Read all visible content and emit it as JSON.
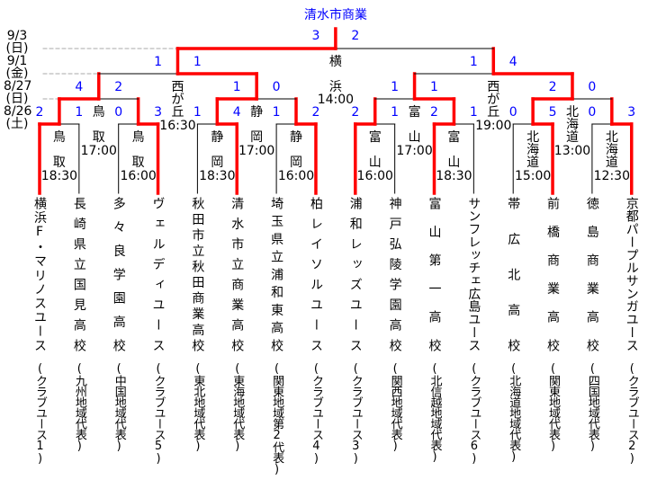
{
  "champion": "清水市商業",
  "dates": [
    {
      "date": "9/3",
      "day": "(日)"
    },
    {
      "date": "9/1",
      "day": "(金)"
    },
    {
      "date": "8/27",
      "day": "(日)"
    },
    {
      "date": "8/26",
      "day": "(土)"
    }
  ],
  "teams": [
    {
      "name": "横浜F・マリノスユース",
      "affiliation": "(クラブユース1)"
    },
    {
      "name": "長崎県立国見高校",
      "affiliation": "(九州地域代表)"
    },
    {
      "name": "多々良学園高校",
      "affiliation": "(中国地域代表)"
    },
    {
      "name": "ヴェルディユース",
      "affiliation": "(クラブユース5)"
    },
    {
      "name": "秋田市立秋田商業高校",
      "affiliation": "(東北地域代表)"
    },
    {
      "name": "清水市立商業高校",
      "affiliation": "(東海地域代表)"
    },
    {
      "name": "埼玉県立浦和東高校",
      "affiliation": "(関東地域第2代表)"
    },
    {
      "name": "柏レイソルユース",
      "affiliation": "(クラブユース4)"
    },
    {
      "name": "浦和レッズユース",
      "affiliation": "(クラブユース3)"
    },
    {
      "name": "神戸弘陵学園高校",
      "affiliation": "(関西地域代表)"
    },
    {
      "name": "富山第一高校",
      "affiliation": "(北信越地域代表)"
    },
    {
      "name": "サンフレッチェ広島ユース",
      "affiliation": "(クラブユース6)"
    },
    {
      "name": "帯広北高校",
      "affiliation": "(北海道地域代表)"
    },
    {
      "name": "前橋商業高校",
      "affiliation": "(関東地域代表)"
    },
    {
      "name": "徳島商業高校",
      "affiliation": "(四国地域代表)"
    },
    {
      "name": "京都パープルサンガユース",
      "affiliation": "(クラブユース2)"
    }
  ],
  "rounds": [
    [
      {
        "scores": [
          "2",
          "1"
        ],
        "winner": "left",
        "venue": [
          "鳥",
          "取"
        ],
        "time": "18:30"
      },
      {
        "scores": [
          "0",
          "3"
        ],
        "winner": "right",
        "venue": [
          "鳥",
          "取"
        ],
        "time": "16:00"
      },
      {
        "scores": [
          "1",
          "4"
        ],
        "winner": "right",
        "venue": [
          "静",
          "岡"
        ],
        "time": "18:30"
      },
      {
        "scores": [
          "1",
          "2"
        ],
        "winner": "right",
        "venue": [
          "静",
          "岡"
        ],
        "time": "16:00"
      },
      {
        "scores": [
          "2",
          "1"
        ],
        "winner": "left",
        "venue": [
          "富",
          "山"
        ],
        "time": "16:00"
      },
      {
        "scores": [
          "2",
          "1"
        ],
        "winner": "left",
        "venue": [
          "富",
          "山"
        ],
        "time": "18:30"
      },
      {
        "scores": [
          "0",
          "5"
        ],
        "winner": "right",
        "venue": [
          "北",
          "海",
          "道"
        ],
        "time": "15:00"
      },
      {
        "scores": [
          "0",
          "3"
        ],
        "winner": "right",
        "venue": [
          "北",
          "海",
          "道"
        ],
        "time": "12:30"
      }
    ],
    [
      {
        "scores": [
          "4",
          "2"
        ],
        "winner": "left",
        "venue": [
          "鳥",
          "取"
        ],
        "time": "17:00"
      },
      {
        "scores": [
          "1",
          "0"
        ],
        "winner": "left",
        "venue": [
          "静",
          "岡"
        ],
        "time": "17:00"
      },
      {
        "scores": [
          "1",
          "1"
        ],
        "winner": "right",
        "venue": [
          "富",
          "山"
        ],
        "time": "17:00"
      },
      {
        "scores": [
          "2",
          "0"
        ],
        "winner": "left",
        "venue": [
          "北",
          "海",
          "道"
        ],
        "time": "13:00"
      }
    ],
    [
      {
        "scores": [
          "1",
          "1"
        ],
        "winner": "right",
        "venue": [
          "西",
          "が",
          "丘"
        ],
        "time": "16:30"
      },
      {
        "scores": [
          "1",
          "4"
        ],
        "winner": "right",
        "venue": [
          "西",
          "が",
          "丘"
        ],
        "time": "19:00"
      }
    ],
    [
      {
        "scores": [
          "3",
          "2"
        ],
        "winner": "left",
        "venue": [
          "横",
          "浜"
        ],
        "time": "14:00"
      }
    ]
  ],
  "colors": {
    "winner_line": "#ff0000",
    "line": "#000000",
    "score": "#0000ff",
    "guide": "#aaaaaa"
  }
}
